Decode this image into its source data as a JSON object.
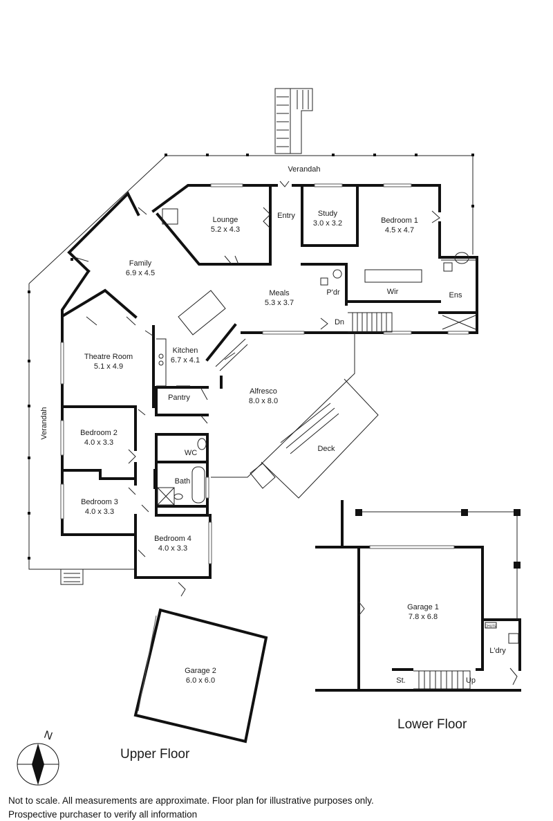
{
  "upper_floor_title": "Upper Floor",
  "lower_floor_title": "Lower Floor",
  "compass_label": "N",
  "rooms": {
    "verandah_top": {
      "name": "Verandah"
    },
    "verandah_left": {
      "name": "Verandah"
    },
    "lounge": {
      "name": "Lounge",
      "size": "5.2 x 4.3"
    },
    "entry": {
      "name": "Entry"
    },
    "study": {
      "name": "Study",
      "size": "3.0 x 3.2"
    },
    "bedroom1": {
      "name": "Bedroom 1",
      "size": "4.5 x 4.7"
    },
    "family": {
      "name": "Family",
      "size": "6.9 x 4.5"
    },
    "meals": {
      "name": "Meals",
      "size": "5.3 x 3.7"
    },
    "pdr": {
      "name": "P'dr"
    },
    "wir": {
      "name": "Wir"
    },
    "ens": {
      "name": "Ens"
    },
    "dn": {
      "name": "Dn"
    },
    "theatre": {
      "name": "Theatre Room",
      "size": "5.1 x 4.9"
    },
    "kitchen": {
      "name": "Kitchen",
      "size": "6.7 x 4.1"
    },
    "pantry": {
      "name": "Pantry"
    },
    "alfresco": {
      "name": "Alfresco",
      "size": "8.0 x 8.0"
    },
    "bedroom2": {
      "name": "Bedroom 2",
      "size": "4.0 x 3.3"
    },
    "wc": {
      "name": "WC"
    },
    "deck": {
      "name": "Deck"
    },
    "bath": {
      "name": "Bath"
    },
    "bedroom3": {
      "name": "Bedroom 3",
      "size": "4.0 x 3.3"
    },
    "bedroom4": {
      "name": "Bedroom 4",
      "size": "4.0 x 3.3"
    },
    "garage2": {
      "name": "Garage 2",
      "size": "6.0 x 6.0"
    },
    "garage1": {
      "name": "Garage 1",
      "size": "7.8 x 6.8"
    },
    "laundry": {
      "name": "L'dry"
    },
    "store": {
      "name": "St."
    },
    "up": {
      "name": "Up"
    },
    "chute": {
      "name": "CHUTE"
    }
  },
  "disclaimer": {
    "line1": "Not to scale. All measurements are approximate. Floor plan for illustrative purposes only.",
    "line2": "Prospective purchaser to verify all information"
  }
}
